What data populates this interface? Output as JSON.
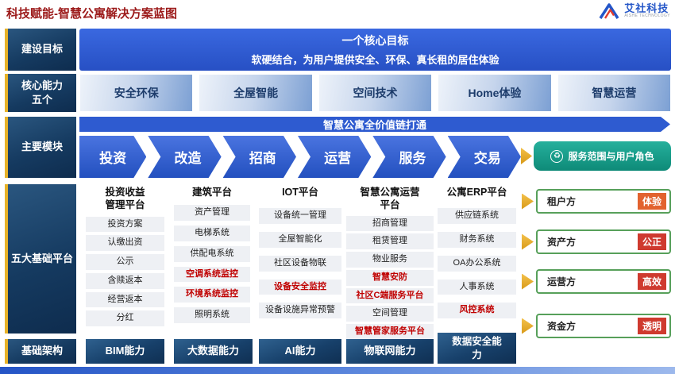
{
  "header": {
    "title": "科技赋能-智慧公寓解决方案蓝图",
    "logo_name": "艾社科技",
    "logo_sub": "AISHE TECHNOLOGY"
  },
  "labels": {
    "goal": "建设目标",
    "capabilities_line1": "核心能力",
    "capabilities_line2": "五个",
    "modules": "主要模块",
    "platforms": "五大基础平台",
    "infrastructure": "基础架构"
  },
  "goal": {
    "title": "一个核心目标",
    "subtitle": "软硬结合，为用户提供安全、环保、真长租的居住体验"
  },
  "capabilities": [
    "安全环保",
    "全屋智能",
    "空间技术",
    "Home体验",
    "智慧运营"
  ],
  "modules": {
    "banner": "智慧公寓全价值链打通",
    "steps": [
      "投资",
      "改造",
      "招商",
      "运营",
      "服务",
      "交易"
    ],
    "roles_title": "服务范围与用户角色"
  },
  "icons": {
    "roles": "♻"
  },
  "platforms": {
    "columns": [
      {
        "title": "投资收益管理平台",
        "items": [
          {
            "t": "投资方案"
          },
          {
            "t": "认缴出资"
          },
          {
            "t": "公示"
          },
          {
            "t": "含赎返本"
          },
          {
            "t": "经营返本"
          },
          {
            "t": "分红"
          }
        ]
      },
      {
        "title": "建筑平台",
        "items": [
          {
            "t": "资产管理"
          },
          {
            "t": "电梯系统"
          },
          {
            "t": "供配电系统"
          },
          {
            "t": "空调系统监控",
            "red": true
          },
          {
            "t": "环境系统监控",
            "red": true
          },
          {
            "t": "照明系统"
          }
        ]
      },
      {
        "title": "IOT平台",
        "items": [
          {
            "t": "设备统一管理"
          },
          {
            "t": "全屋智能化"
          },
          {
            "t": "社区设备物联"
          },
          {
            "t": "设备安全监控",
            "red": true
          },
          {
            "t": "设备设施异常预警"
          }
        ]
      },
      {
        "title": "智慧公寓运营平台",
        "items": [
          {
            "t": "招商管理"
          },
          {
            "t": "租赁管理"
          },
          {
            "t": "物业服务"
          },
          {
            "t": "智慧安防",
            "red": true
          },
          {
            "t": "社区C端服务平台",
            "red": true
          },
          {
            "t": "空间管理"
          },
          {
            "t": "智慧管家服务平台",
            "red": true
          }
        ]
      },
      {
        "title": "公寓ERP平台",
        "items": [
          {
            "t": "供应链系统"
          },
          {
            "t": "财务系统"
          },
          {
            "t": "OA办公系统"
          },
          {
            "t": "人事系统"
          },
          {
            "t": "风控系统",
            "red": true
          }
        ]
      }
    ],
    "roles": [
      {
        "name": "租户方",
        "badge": "体验"
      },
      {
        "name": "资产方",
        "badge": "公正"
      },
      {
        "name": "运营方",
        "badge": "高效"
      },
      {
        "name": "资金方",
        "badge": "透明"
      }
    ]
  },
  "infrastructure": [
    "BIM能力",
    "大数据能力",
    "AI能力",
    "物联网能力",
    "数据安全能力"
  ],
  "colors": {
    "primary_blue": "#2e5bd0",
    "navy_label": "#15385f",
    "gold": "#e8b228",
    "teal": "#14a18e",
    "green_border": "#57a05a",
    "red_text": "#c00000",
    "badge_orange": "#e2622f",
    "badge_red": "#cf3a2f",
    "title_red": "#9c1a1a"
  }
}
